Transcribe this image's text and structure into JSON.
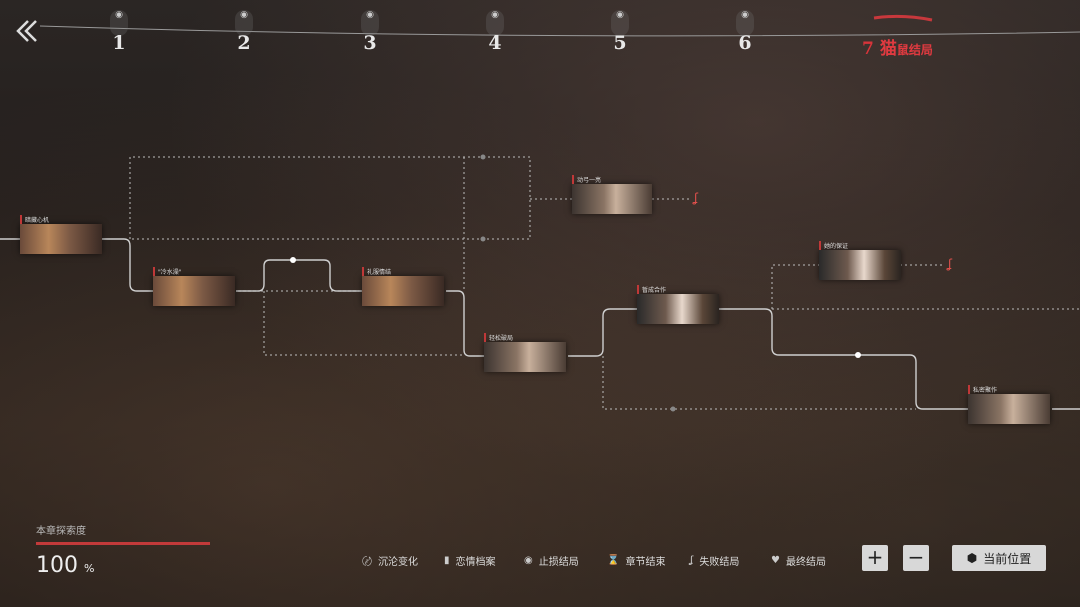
{
  "chapters": [
    {
      "number": "1"
    },
    {
      "number": "2"
    },
    {
      "number": "3"
    },
    {
      "number": "4"
    },
    {
      "number": "5"
    },
    {
      "number": "6"
    }
  ],
  "active_chapter": {
    "number": "7",
    "title_main": "猫",
    "title_rest": "鼠结局"
  },
  "scenes": [
    {
      "label": "暗藏心机"
    },
    {
      "label": "\"冷水澡\""
    },
    {
      "label": "礼服情结"
    },
    {
      "label": "动弓一亮"
    },
    {
      "label": "轻松破局"
    },
    {
      "label": "暂成合作"
    },
    {
      "label": "她的保证"
    },
    {
      "label": "私密聚作"
    }
  ],
  "progress": {
    "label": "本章探索度",
    "value": "100",
    "unit": "%",
    "fraction": 1.0
  },
  "legend": [
    {
      "icon": "swirl-icon",
      "glyph": "〄",
      "label": "沉沦变化"
    },
    {
      "icon": "file-icon",
      "glyph": "▮",
      "label": "恋情档案"
    },
    {
      "icon": "eye-icon",
      "glyph": "◉",
      "label": "止损结局"
    },
    {
      "icon": "hourglass-icon",
      "glyph": "⌛",
      "label": "章节结束"
    },
    {
      "icon": "hook-icon",
      "glyph": "ʆ",
      "label": "失败结局"
    },
    {
      "icon": "heart-icon",
      "glyph": "♥",
      "label": "最终结局"
    }
  ],
  "controls": {
    "zoom_in": "+",
    "zoom_out": "−",
    "current_position": "当前位置"
  },
  "colors": {
    "accent": "#d8343a"
  }
}
